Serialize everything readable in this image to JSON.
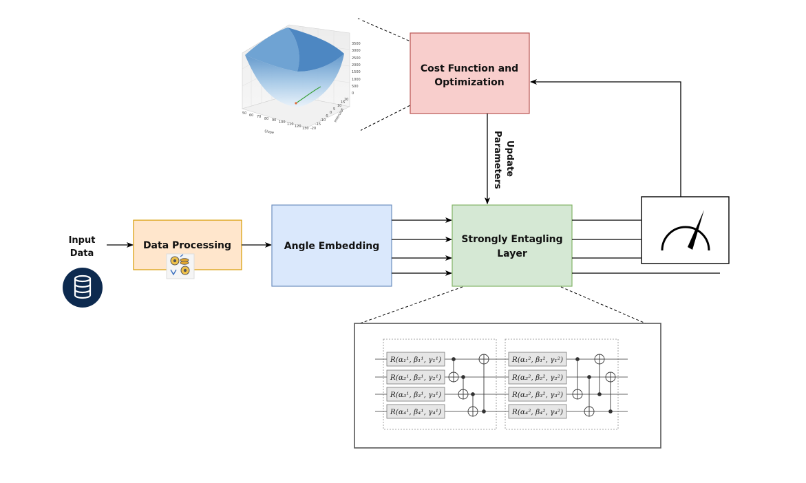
{
  "nodes": {
    "input": {
      "label_line1": "Input",
      "label_line2": "Data",
      "icon": "database-icon"
    },
    "data_processing": {
      "label": "Data Processing",
      "icon": "gears-coins-icon"
    },
    "angle_embedding": {
      "label": "Angle Embedding"
    },
    "entangling": {
      "label_line1": "Strongly Entagling",
      "label_line2": "Layer"
    },
    "cost": {
      "label_line1": "Cost Function and",
      "label_line2": "Optimization"
    },
    "measurement": {
      "icon": "gauge-meter-icon"
    }
  },
  "edges": {
    "update_line1": "Update",
    "update_line2": "Parameters"
  },
  "surface_plot": {
    "xlabel": "Slope",
    "ylabel": "Intercept",
    "x_ticks": [
      "50",
      "60",
      "70",
      "80",
      "90",
      "100",
      "110",
      "120",
      "130"
    ],
    "y_ticks": [
      "20",
      "15",
      "10",
      "5",
      "0",
      "-5",
      "-10",
      "-15",
      "-20"
    ],
    "z_ticks": [
      "3500",
      "3000",
      "2500",
      "2000",
      "1500",
      "1000",
      "500",
      "0"
    ]
  },
  "circuit": {
    "layer1_gates": [
      "R(α₁¹, β₁¹, γ₁¹)",
      "R(α₂¹, β₂¹, γ₂¹)",
      "R(α₃¹, β₃¹, γ₃¹)",
      "R(α₄¹, β₄¹, γ₄¹)"
    ],
    "layer2_gates": [
      "R(α₁², β₁², γ₁²)",
      "R(α₂², β₂², γ₂²)",
      "R(α₃², β₃², γ₃²)",
      "R(α₄², β₄², γ₄²)"
    ]
  },
  "colors": {
    "orange_fill": "#ffe6cc",
    "orange_stroke": "#d79b00",
    "blue_fill": "#dae8fc",
    "blue_stroke": "#6c8ebf",
    "green_fill": "#d5e8d4",
    "green_stroke": "#82b366",
    "red_fill": "#f8cecc",
    "red_stroke": "#b85450",
    "db_navy": "#0d2a4f"
  }
}
